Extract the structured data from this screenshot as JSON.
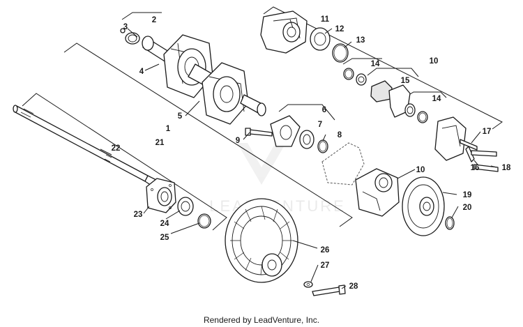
{
  "watermark": "LEADVENTURE",
  "footer": "Rendered by LeadVenture, Inc.",
  "callouts": [
    "1",
    "2",
    "3",
    "4",
    "5",
    "6",
    "7",
    "8",
    "9",
    "10",
    "10",
    "11",
    "12",
    "13",
    "14",
    "14",
    "15",
    "16",
    "17",
    "18",
    "19",
    "20",
    "21",
    "22",
    "23",
    "24",
    "25",
    "26",
    "27",
    "28"
  ]
}
